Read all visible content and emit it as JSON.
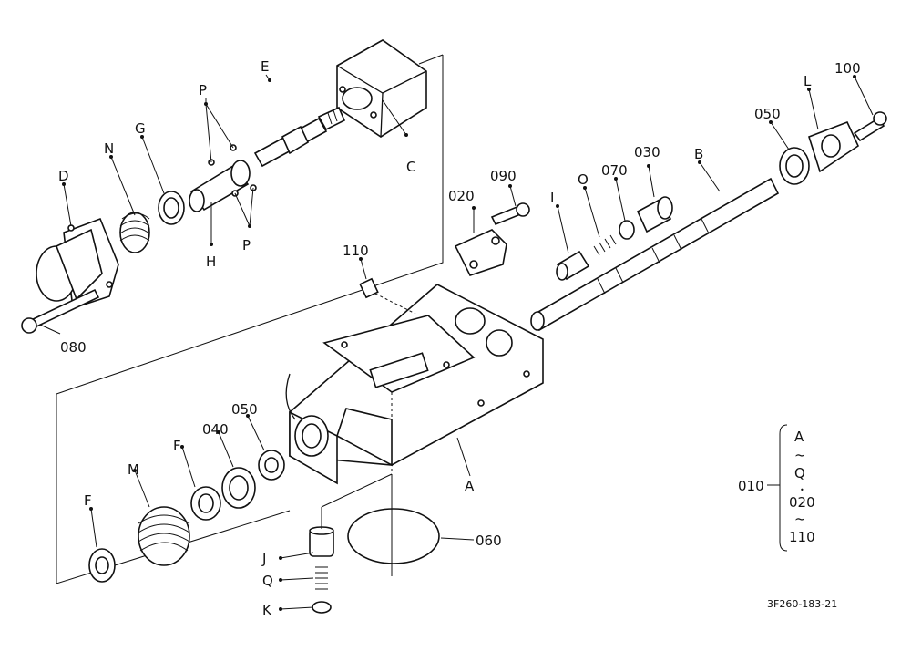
{
  "labels": {
    "E": "E",
    "P_top": "P",
    "N": "N",
    "G": "G",
    "D": "D",
    "C": "C",
    "H": "H",
    "P_bottom": "P",
    "080": "080",
    "020": "020",
    "090": "090",
    "110": "110",
    "I": "I",
    "O": "O",
    "070": "070",
    "030": "030",
    "B": "B",
    "050_top": "050",
    "L": "L",
    "100": "100",
    "A": "A",
    "F_mid": "F",
    "040": "040",
    "050_bottom": "050",
    "M": "M",
    "F_left": "F",
    "060": "060",
    "J": "J",
    "Q": "Q",
    "K": "K"
  },
  "legend": {
    "code": "010",
    "line1": "A",
    "tilde1": "~",
    "line2": "Q",
    "dot": "•",
    "line3": "020",
    "tilde2": "~",
    "line4": "110"
  },
  "drawing_id": "3F260-183-21"
}
